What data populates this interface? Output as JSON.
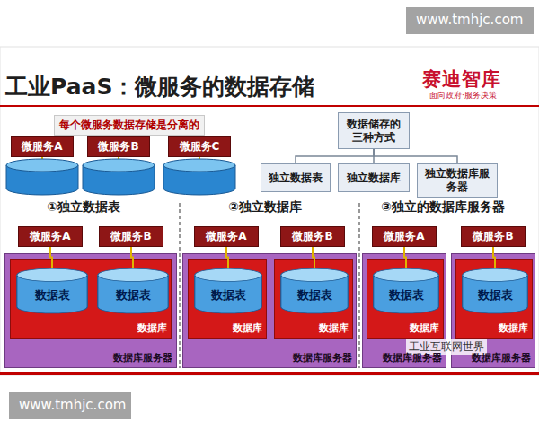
{
  "diagram": {
    "title": "工业PaaS：微服务的数据存储",
    "nodes": [
      {
        "text": [
          "每个微服务数据存储是分离的"
        ]
      },
      {
        "text": [
          "微服务A"
        ]
      },
      {
        "text": [
          "微服务B"
        ]
      },
      {
        "text": [
          "微服务C"
        ]
      },
      {
        "text": [
          "数据储存的三种方式"
        ]
      },
      {
        "text": [
          "独立数据表"
        ]
      },
      {
        "text": [
          "独立数据库"
        ]
      },
      {
        "text": [
          "独立数据库服务器"
        ]
      },
      {
        "text": [
          "微服务A"
        ]
      },
      {
        "text": [
          "微服务B"
        ]
      },
      {
        "text": [
          "数据库服务器"
        ]
      },
      {
        "text": [
          "数据库"
        ],
        "in": 10
      },
      {
        "text": [
          "数据表"
        ],
        "in": 11
      },
      {
        "text": [
          "数据表"
        ],
        "in": 11
      },
      {
        "text": [
          "微服务A"
        ]
      },
      {
        "text": [
          "微服务B"
        ]
      },
      {
        "text": [
          "数据库服务器"
        ]
      },
      {
        "text": [
          "数据库"
        ],
        "in": 16
      },
      {
        "text": [
          "数据表"
        ],
        "in": 17
      },
      {
        "text": [
          "数据库"
        ],
        "in": 16
      },
      {
        "text": [
          "数据表"
        ],
        "in": 19
      },
      {
        "text": [
          "微服务A"
        ]
      },
      {
        "text": [
          "微服务B"
        ]
      },
      {
        "text": [
          "数据库服务器"
        ]
      },
      {
        "text": [
          "数据库"
        ],
        "in": 23
      },
      {
        "text": [
          "数据表"
        ],
        "in": 24
      },
      {
        "text": [
          "数据库服务器"
        ]
      },
      {
        "text": [
          "数据库"
        ],
        "in": 26
      },
      {
        "text": [
          "数据表"
        ],
        "in": 27
      }
    ],
    "edges": [
      {
        "from": 4,
        "to": 5,
        "arrow": "none"
      },
      {
        "from": 4,
        "to": 6,
        "arrow": "none"
      },
      {
        "from": 4,
        "to": 7,
        "arrow": "none"
      },
      {
        "from": 8,
        "to": 12,
        "arrow": "none"
      },
      {
        "from": 9,
        "to": 13,
        "arrow": "none"
      },
      {
        "from": 14,
        "to": 18,
        "arrow": "none"
      },
      {
        "from": 15,
        "to": 20,
        "arrow": "none"
      },
      {
        "from": 21,
        "to": 25,
        "arrow": "none"
      },
      {
        "from": 22,
        "to": 28,
        "arrow": "none"
      }
    ],
    "labels": [
      "赛迪智库",
      "面向政府·服务决策",
      "①独立数据表",
      "②独立数据库",
      "③独立的数据库服务器",
      "工业互联网世界",
      "www.tmhjc.com",
      "www.tmhjc.com"
    ]
  }
}
